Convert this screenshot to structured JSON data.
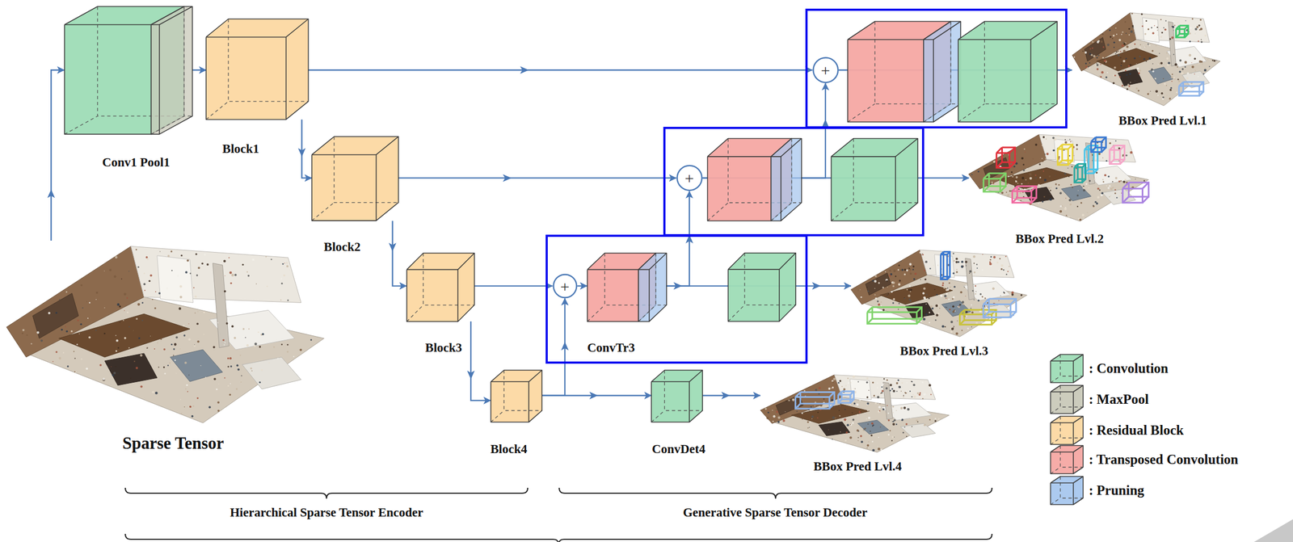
{
  "diagram": {
    "nodes": [
      {
        "text": [
          "Sparse Tensor"
        ]
      },
      {
        "text": [
          "Conv1 Pool1"
        ]
      },
      {
        "text": [
          "Block1"
        ]
      },
      {
        "text": [
          "Block2"
        ]
      },
      {
        "text": [
          "Block3"
        ]
      },
      {
        "text": [
          "Block4"
        ]
      },
      {
        "text": [
          "+"
        ]
      },
      {
        "text": [
          "ConvTr3"
        ]
      },
      {
        "text": [
          "ConvDet4"
        ]
      },
      {
        "text": [
          "+"
        ]
      },
      {
        "text": [
          "+"
        ]
      },
      {
        "text": [
          "BBox Pred Lvl.1"
        ]
      },
      {
        "text": [
          "BBox Pred Lvl.2"
        ]
      },
      {
        "text": [
          "BBox Pred Lvl.3"
        ]
      },
      {
        "text": [
          "BBox Pred Lvl.4"
        ]
      }
    ],
    "edges": [
      {
        "from": 0,
        "to": 1,
        "arrow": "to"
      },
      {
        "from": 1,
        "to": 2,
        "arrow": "to"
      },
      {
        "from": 2,
        "to": 3,
        "arrow": "to"
      },
      {
        "from": 2,
        "to": 10,
        "arrow": "to"
      },
      {
        "from": 3,
        "to": 4,
        "arrow": "to"
      },
      {
        "from": 3,
        "to": 9,
        "arrow": "to"
      },
      {
        "from": 4,
        "to": 5,
        "arrow": "to"
      },
      {
        "from": 4,
        "to": 6,
        "arrow": "to"
      },
      {
        "from": 5,
        "to": 6,
        "arrow": "to"
      },
      {
        "from": 5,
        "to": 8,
        "arrow": "to"
      },
      {
        "from": 8,
        "to": 14,
        "arrow": "to"
      },
      {
        "from": 6,
        "to": 7,
        "arrow": "to"
      },
      {
        "from": 7,
        "to": 13,
        "arrow": "to"
      },
      {
        "from": 7,
        "to": 9,
        "arrow": "to"
      },
      {
        "from": 9,
        "to": 12,
        "arrow": "to"
      },
      {
        "from": 9,
        "to": 10,
        "arrow": "to"
      },
      {
        "from": 10,
        "to": 11,
        "arrow": "to"
      }
    ],
    "labels": [
      "Hierarchical Sparse Tensor Encoder",
      "Generative Sparse Tensor Decoder"
    ],
    "legend": [
      {
        "text": ": Convolution",
        "color": "#9edcb6"
      },
      {
        "text": ": MaxPool",
        "color": "#c9c9b9"
      },
      {
        "text": ": Residual Block",
        "color": "#fcd8a2"
      },
      {
        "text": ": Transposed Convolution",
        "color": "#f6a8a3"
      },
      {
        "text": ": Pruning",
        "color": "#a8c7ee"
      }
    ]
  }
}
